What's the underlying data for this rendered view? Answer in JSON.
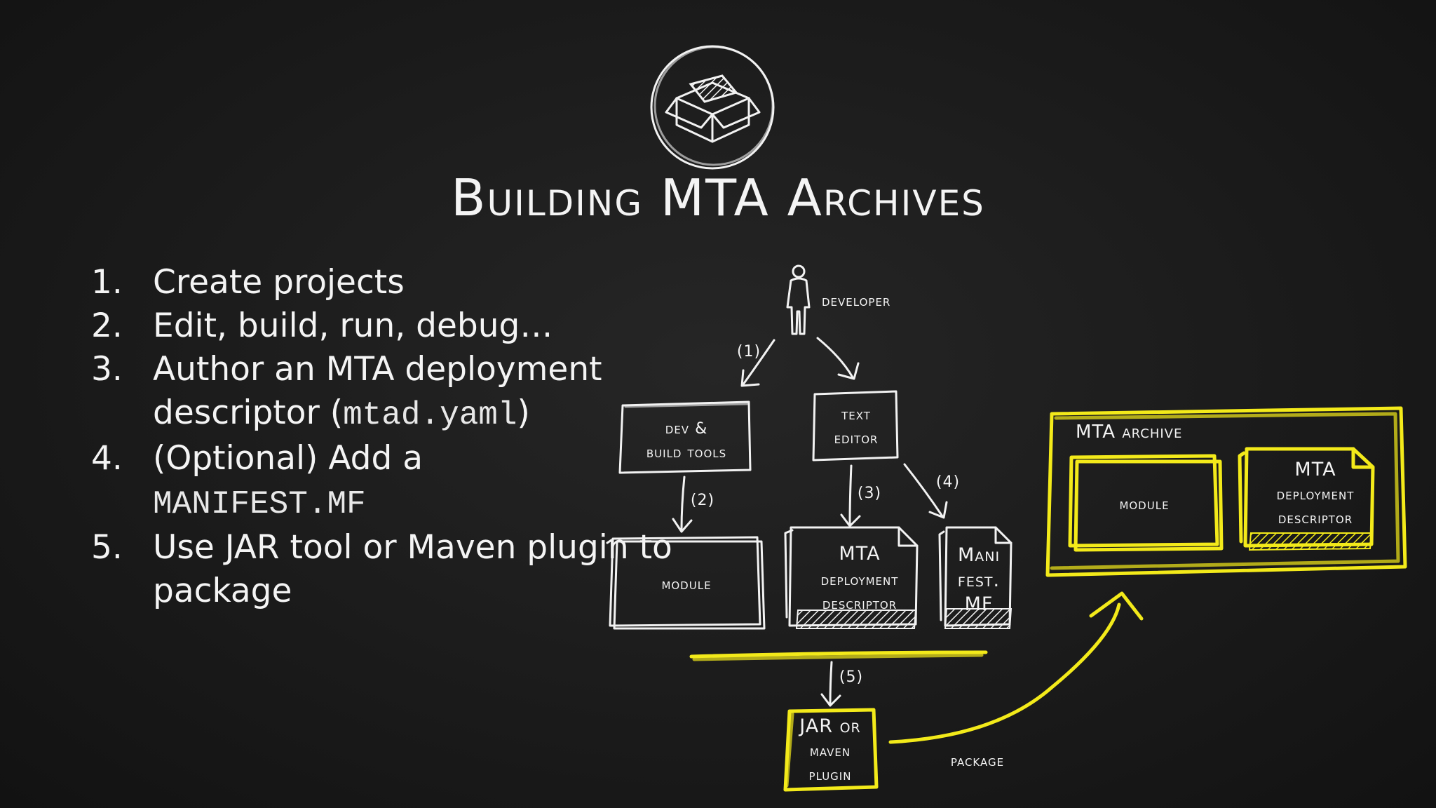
{
  "title": "Building MTA Archives",
  "steps": [
    {
      "num": "1.",
      "text": "Create projects"
    },
    {
      "num": "2.",
      "text": "Edit, build, run, debug…"
    },
    {
      "num": "3.",
      "text": "Author an MTA deployment descriptor (",
      "code": "mtad.yaml",
      "after": ")"
    },
    {
      "num": "4.",
      "text": "(Optional) Add a",
      "code": "MANIFEST.MF"
    },
    {
      "num": "5.",
      "text": "Use JAR tool or Maven plugin to package"
    }
  ],
  "diagram": {
    "developer": "developer",
    "dev_tools": [
      "dev &",
      "build tools"
    ],
    "text_editor": [
      "text",
      "editor"
    ],
    "module": "module",
    "mta_descriptor": [
      "MTA",
      "deployment",
      "descriptor"
    ],
    "manifest": [
      "Mani",
      "fest.",
      "MF"
    ],
    "jar_plugin": [
      "JAR or",
      "maven",
      "plugin"
    ],
    "package": "package",
    "archive_title": "MTA archive",
    "archive_module": "module",
    "archive_descriptor": [
      "MTA",
      "deployment",
      "descriptor"
    ],
    "arrow_labels": [
      "(1)",
      "(2)",
      "(3)",
      "(4)",
      "(5)"
    ]
  },
  "colors": {
    "background": "#1b1b1b",
    "chalk": "#f2f2f2",
    "highlight": "#f3ea1a"
  },
  "icons": [
    "open-box-icon",
    "developer-person-icon"
  ]
}
